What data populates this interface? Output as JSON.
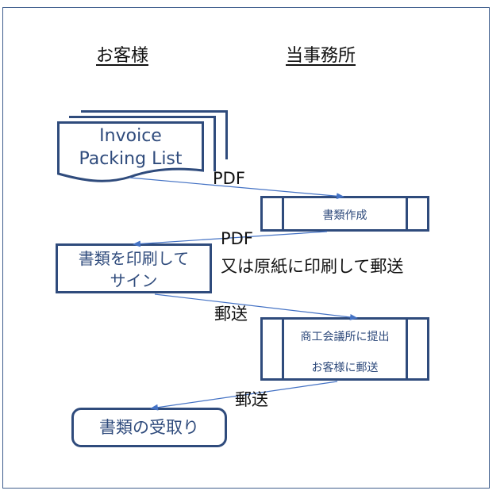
{
  "headings": {
    "customer": "お客様",
    "office": "当事務所"
  },
  "document": {
    "line1": "Invoice",
    "line2": "Packing List"
  },
  "process1": {
    "label": "書類作成"
  },
  "customer_box1": {
    "line1": "書類を印刷して",
    "line2": "サイン"
  },
  "process2": {
    "line1": "商工会議所に提出",
    "line2": "お客様に郵送"
  },
  "customer_box2": {
    "label": "書類の受取り"
  },
  "arrow_labels": {
    "pdf1": "PDF",
    "pdf2_line1": "PDF",
    "pdf2_line2": "又は原紙に印刷して郵送",
    "mail1": "郵送",
    "mail2": "郵送"
  },
  "colors": {
    "shape_border": "#2f4b7c",
    "arrow": "#4472c4",
    "frame": "#3f5e8d"
  }
}
